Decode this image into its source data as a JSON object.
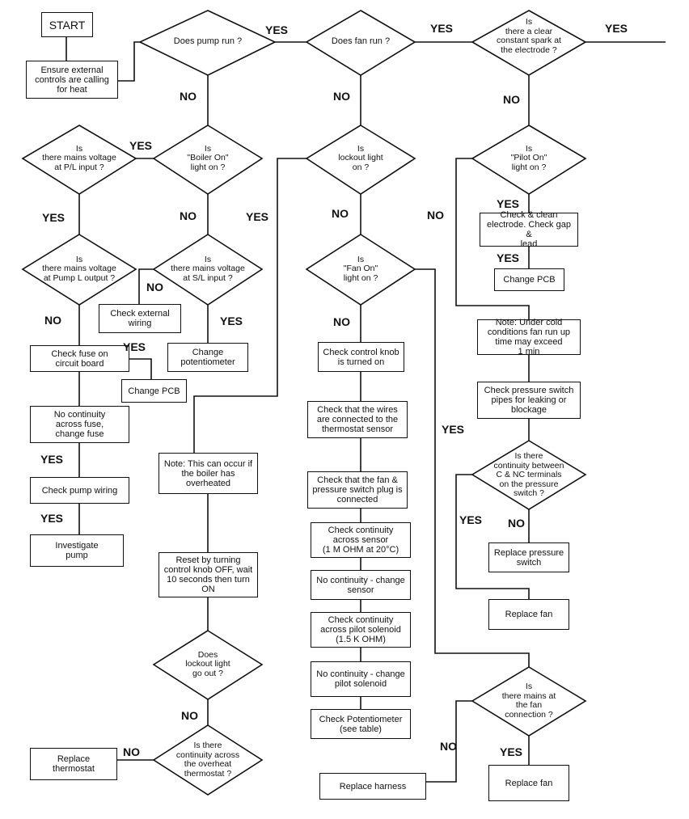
{
  "nodes": {
    "start": "START",
    "ensure_controls": "Ensure external\ncontrols are calling\nfor heat",
    "pump_run": "Does pump run ?",
    "fan_run": "Does fan run ?",
    "spark": "Is\nthere a clear\nconstant spark at\nthe electrode ?",
    "mains_pl": "Is\nthere mains voltage\nat P/L input ?",
    "boiler_on": "Is\n\"Boiler On\"\nlight on ?",
    "lockout_light": "Is\nlockout light\non ?",
    "pilot_on": "Is\n\"Pilot On\"\nlight on ?",
    "mains_pump_l": "Is\nthere mains voltage\nat Pump L output ?",
    "mains_sl": "Is\nthere mains voltage\nat S/L input ?",
    "fan_on": "Is\n\"Fan On\"\nlight on ?",
    "check_electrode": "Check & clean\nelectrode. Check gap &\nlead",
    "change_pcb_right": "Change PCB",
    "check_external_wiring": "Check external\nwiring",
    "change_potentiometer": "Change\npotentiometer",
    "check_fuse": "Check fuse on\ncircuit board",
    "change_pcb_left": "Change PCB",
    "note_cold": "Note: Under cold\nconditions fan run up\ntime may exceed\n1 min",
    "check_knob": "Check control knob\nis turned on",
    "check_pressure_pipes": "Check pressure switch\npipes for leaking or\nblockage",
    "no_continuity_fuse": "No continuity\nacross fuse,\nchange fuse",
    "check_wires_thermostat": "Check that the wires\nare connected to the\nthermostat sensor",
    "continuity_cnc": "Is there\ncontinuity between\nC & NC terminals\non the pressure\nswitch ?",
    "note_overheated": "Note: This can occur if\nthe boiler has\noverheated",
    "check_fan_plug": "Check that the fan &\npressure switch plug is\nconnected",
    "check_pump_wiring": "Check pump wiring",
    "check_sensor": "Check continuity\nacross sensor\n(1 M OHM at 20°C)",
    "replace_pressure_switch": "Replace pressure\nswitch",
    "investigate_pump": "Investigate\npump",
    "reset_knob": "Reset by turning\ncontrol knob OFF, wait\n10 seconds then turn\nON",
    "no_continuity_sensor": "No continuity - change\nsensor",
    "replace_fan_top": "Replace fan",
    "check_pilot_solenoid": "Check continuity\nacross pilot solenoid\n(1.5 K OHM)",
    "lockout_go_out": "Does\nlockout light\ngo out ?",
    "no_continuity_solenoid": "No continuity - change\npilot solenoid",
    "mains_fan_conn": "Is\nthere mains at\nthe fan\nconnection ?",
    "check_potentiometer": "Check Potentiometer\n(see table)",
    "replace_thermostat": "Replace\nthermostat",
    "continuity_overheat": "Is there\ncontinuity across\nthe overheat\nthermostat ?",
    "replace_harness": "Replace harness",
    "replace_fan_bottom": "Replace fan"
  },
  "labels": {
    "yes": "YES",
    "no": "NO"
  }
}
